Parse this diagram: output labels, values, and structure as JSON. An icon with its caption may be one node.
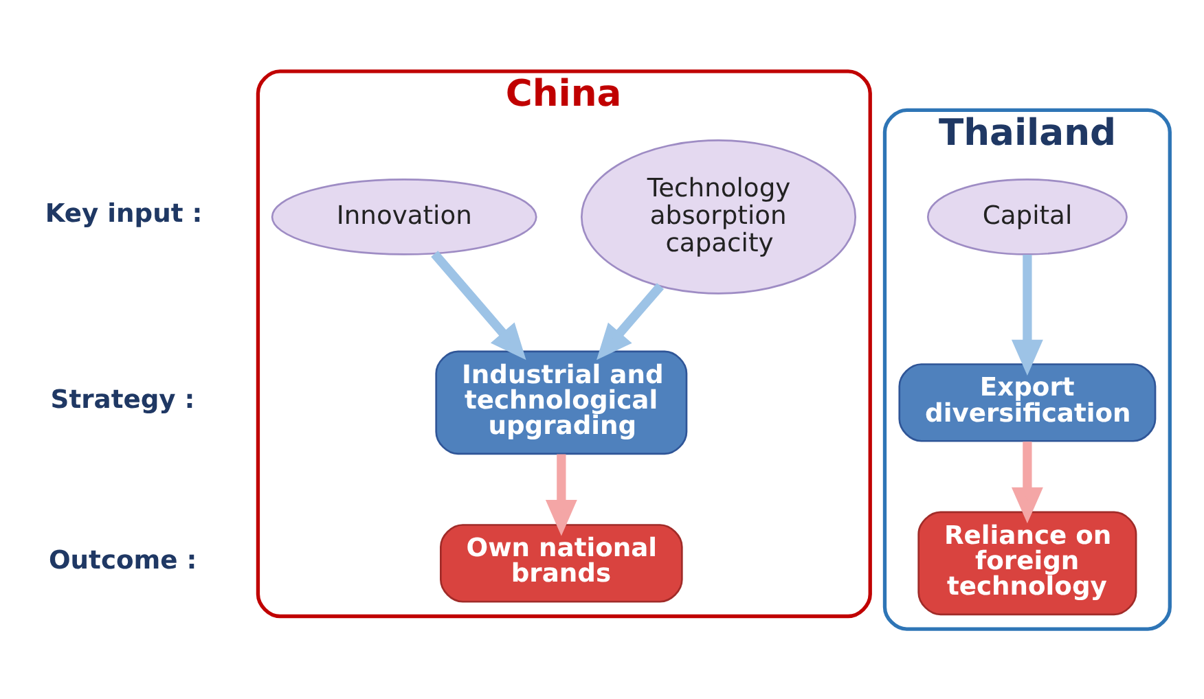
{
  "diagram": {
    "nodes": [
      {
        "text": [
          "China"
        ]
      },
      {
        "text": [
          "Innovation"
        ],
        "in": 0
      },
      {
        "text": [
          "Technology absorption capacity"
        ],
        "in": 0
      },
      {
        "text": [
          "Industrial and technological upgrading"
        ],
        "in": 0
      },
      {
        "text": [
          "Own national brands"
        ],
        "in": 0
      },
      {
        "text": [
          "Thailand"
        ]
      },
      {
        "text": [
          "Capital"
        ],
        "in": 5
      },
      {
        "text": [
          "Export diversification"
        ],
        "in": 5
      },
      {
        "text": [
          "Reliance on foreign technology"
        ],
        "in": 5
      }
    ],
    "edges": [
      {
        "from": 1,
        "to": 3,
        "arrow": "to"
      },
      {
        "from": 2,
        "to": 3,
        "arrow": "to"
      },
      {
        "from": 3,
        "to": 4,
        "arrow": "to",
        "color": "#f4a6a6"
      },
      {
        "from": 6,
        "to": 7,
        "arrow": "to"
      },
      {
        "from": 7,
        "to": 8,
        "arrow": "to",
        "color": "#f4a6a6"
      }
    ],
    "labels": [
      "Key input :",
      "Strategy :",
      "Outcome :"
    ]
  }
}
